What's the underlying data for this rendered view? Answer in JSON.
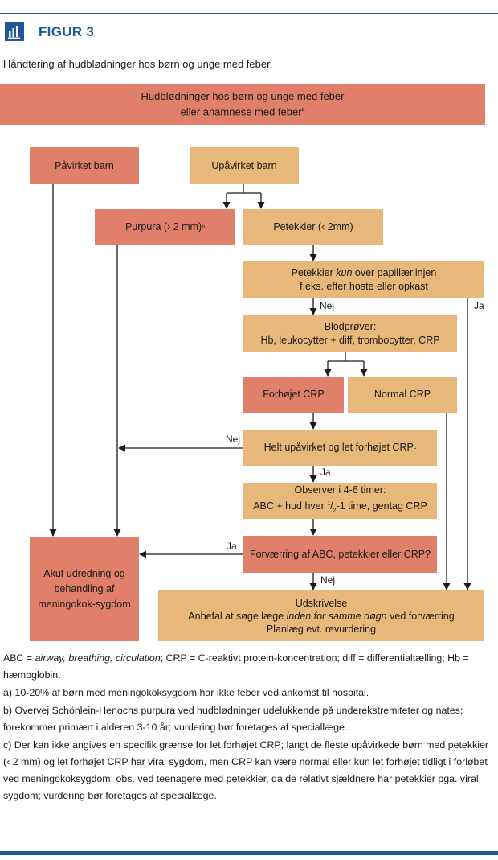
{
  "header": {
    "figure_label": "FIGUR 3",
    "icon": "bar-chart-icon",
    "subtitle": "Håndtering af hudblødninger hos børn og unge med feber."
  },
  "colors": {
    "accent": "#1f5a96",
    "box_dark": "#e0806a",
    "box_light": "#e8b87a"
  },
  "boxes": {
    "top_line1": "Hudblødninger hos børn og unge med feber",
    "top_line2": "eller anamnese med feber",
    "top_sup": "a",
    "paavirket": "Påvirket barn",
    "upaavirket": "Upåvirket barn",
    "purpura": "Purpura (› 2 mm)",
    "purpura_sup": "b",
    "petekkier": "Petekkier (‹ 2mm)",
    "papil_pre": "Petekkier ",
    "papil_em": "kun",
    "papil_post": " over papillærlinjen",
    "papil_line2": "f.eks. efter hoste eller opkast",
    "blod_line1": "Blodprøver:",
    "blod_line2": "Hb, leukocytter + diff, trombocytter, CRP",
    "forhojet": "Forhøjet CRP",
    "normal": "Normal CRP",
    "helt": "Helt upåvirket og let forhøjet CRP",
    "helt_sup": "c",
    "obs_line1": "Observer i 4-6 timer:",
    "obs_line2_pre": "ABC + hud hver ",
    "obs_frac_num": "1",
    "obs_frac_den": "2",
    "obs_line2_post": "-1 time, gentag CRP",
    "forvaerring": "Forværring af ABC, petekkier eller CRP?",
    "akut": "Akut udredning og behandling af meningokok-sygdom",
    "ud_line1": "Udskrivelse",
    "ud_line2_pre": "Anbefal at søge læge ",
    "ud_line2_em": "inden for samme døgn",
    "ud_line2_post": " ved forværring",
    "ud_line3": "Planlæg evt. revurdering"
  },
  "edge_labels": {
    "nej_papil": "Nej",
    "ja_papil": "Ja",
    "nej_helt": "Nej",
    "ja_helt": "Ja",
    "ja_forv": "Ja",
    "nej_forv": "Nej"
  },
  "footnotes": {
    "abc_pre": "ABC = ",
    "abc_em": "airway, breathing, circulation",
    "abc_post": "; CRP = C-reaktivt protein-koncentration; diff = differentialtælling; Hb = hæmoglobin.",
    "a": "a) 10-20% af børn med meningokoksygdom har ikke feber ved ankomst til hospital.",
    "b": "b) Overvej Schönlein-Henochs purpura ved hudblødninger udelukkende på underekstremiteter og nates; forekommer primært i alderen 3-10 år; vurdering bør foretages af speciallæge.",
    "c": "c) Der kan ikke angives en specifik grænse for let forhøjet CRP; langt de fleste upåvirkede børn med petekkier (‹ 2 mm) og let forhøjet CRP har viral sygdom, men CRP kan være normal eller kun let forhøjet tidligt i forløbet ved meningokoksygdom; obs. ved teenagere med petekkier, da de relativt sjældnere har petekkier pga. viral sygdom; vurdering bør foretages af speciallæge."
  }
}
